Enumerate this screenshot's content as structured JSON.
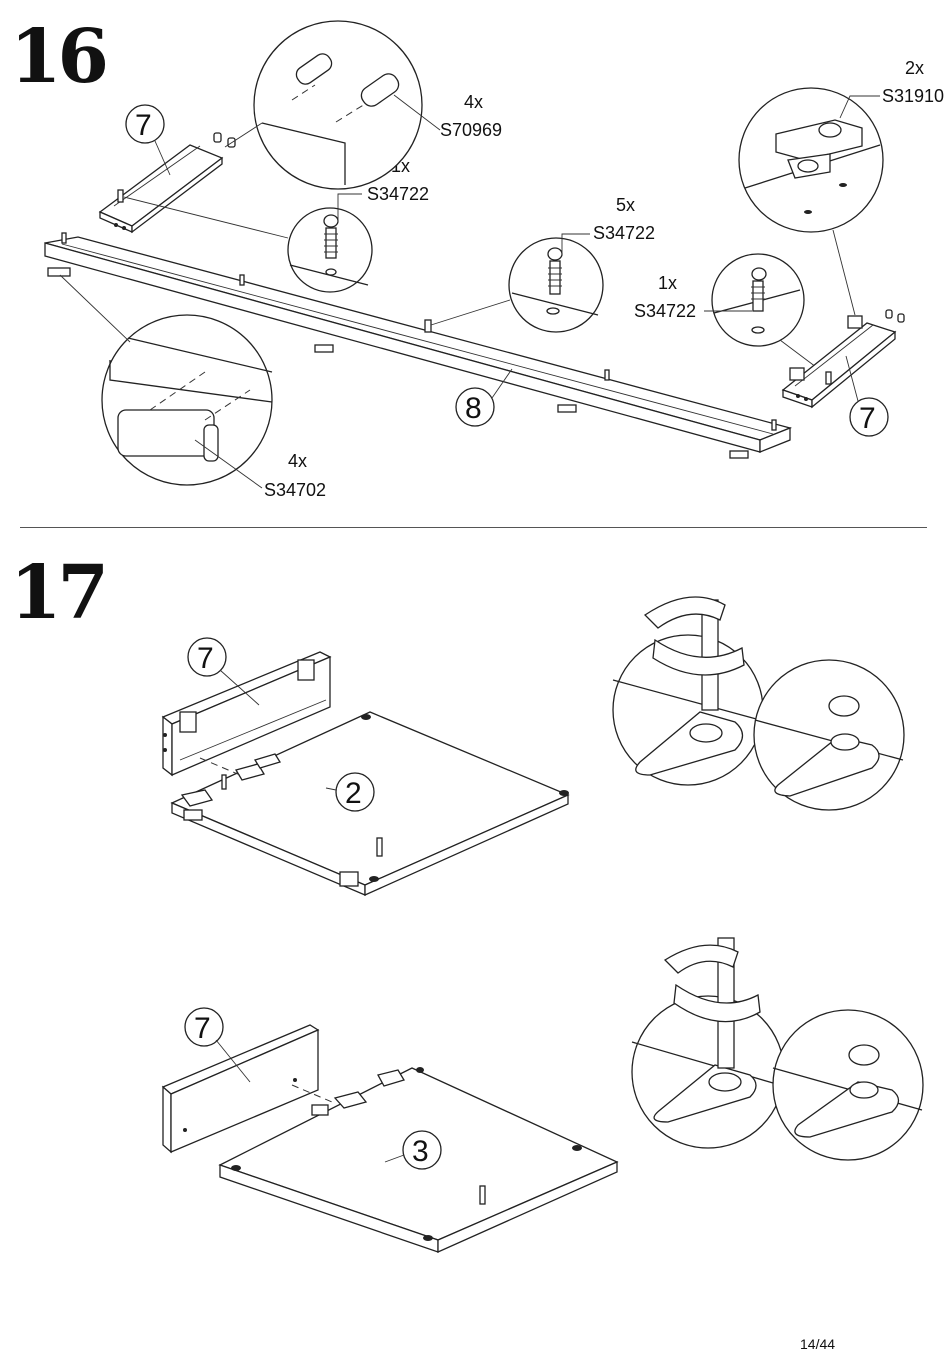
{
  "step16": {
    "number": "16",
    "parts": [
      {
        "qty": "4x",
        "code": "S70969"
      },
      {
        "qty": "1x",
        "code": "S34722"
      },
      {
        "qty": "5x",
        "code": "S34722"
      },
      {
        "qty": "1x",
        "code": "S34722"
      },
      {
        "qty": "2x",
        "code": "S31910"
      },
      {
        "qty": "4x",
        "code": "S34702"
      }
    ],
    "panels": [
      "7",
      "8",
      "7"
    ]
  },
  "step17": {
    "number": "17",
    "panels": [
      "7",
      "2",
      "7",
      "3"
    ]
  },
  "page": "14/44"
}
